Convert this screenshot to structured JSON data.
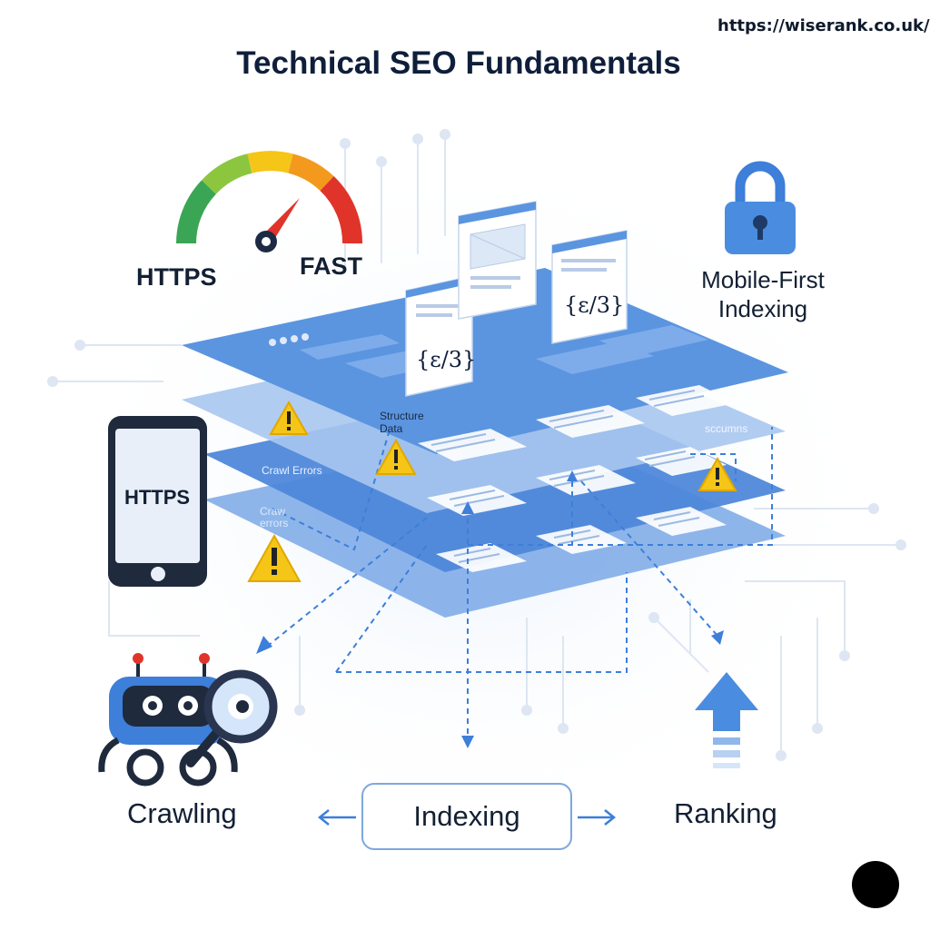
{
  "title": "Technical SEO Fundamentals",
  "source_url": "https://wiserank.co.uk/",
  "labels": {
    "https_gauge": "HTTPS",
    "fast": "FAST",
    "mobile_first_line1": "Mobile-First",
    "mobile_first_line2": "Indexing",
    "phone_https": "HTTPS",
    "structure_data_line1": "Structure",
    "structure_data_line2": "Data",
    "crawl_errors": "Crawl Errors",
    "craw_line1": "Craw",
    "craw_line2": "errors",
    "sccumns": "sccumns",
    "code_snippet": "{ε/3}"
  },
  "flow": {
    "crawling": "Crawling",
    "indexing": "Indexing",
    "ranking": "Ranking"
  },
  "colors": {
    "primary_blue": "#3d7fd9",
    "light_blue": "#8fb7ea",
    "warning_yellow": "#f5c518",
    "gauge_green": "#3aa655",
    "gauge_red": "#e0342b",
    "text_dark": "#132033"
  },
  "icons": [
    "speed-gauge-icon",
    "lock-icon",
    "phone-icon",
    "robot-crawler-icon",
    "magnifier-icon",
    "up-arrow-icon",
    "warning-icon",
    "document-icon"
  ]
}
